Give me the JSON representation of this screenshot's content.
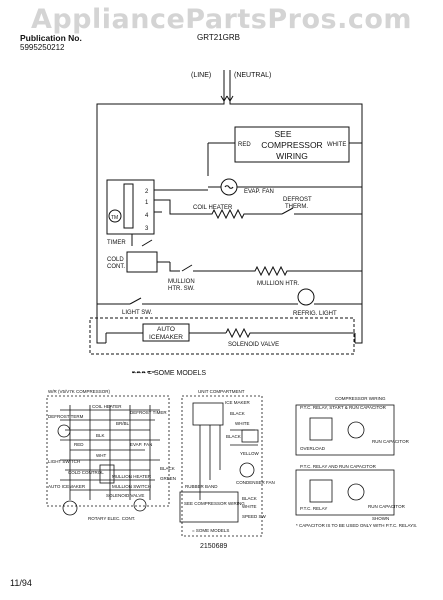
{
  "watermark": "AppliancePartsPros.com",
  "publication": {
    "label": "Publication No.",
    "number": "5995250212",
    "model": "GRT21GRB"
  },
  "main_diagram": {
    "line": "(LINE)",
    "neutral": "(NEUTRAL)",
    "compressor_box": {
      "line1": "SEE",
      "line2": "COMPRESSOR",
      "line3": "WIRING",
      "red": "RED",
      "white": "WHITE"
    },
    "evap_fan": "EVAP. FAN",
    "coil_heater": "COIL HEATER",
    "defrost_therm_1": "DEFROST",
    "defrost_therm_2": "THERM.",
    "timer": "TIMER",
    "timer_terminals": [
      "2",
      "1",
      "4",
      "3"
    ],
    "tm": "TM",
    "cold_cont_1": "COLD",
    "cold_cont_2": "CONT.",
    "mullion_sw_1": "MULLION",
    "mullion_sw_2": "HTR. SW.",
    "mullion_htr": "MULLION HTR.",
    "light_sw": "LIGHT SW.",
    "refrig_light": "REFRIG. LIGHT",
    "auto_icemaker_1": "AUTO",
    "auto_icemaker_2": "ICEMAKER",
    "solenoid_valve": "SOLENOID VALVE",
    "legend": "------ = SOME MODELS"
  },
  "lower_diagram": {
    "left_title": "W/R (V5/V7K COMPRESSOR)",
    "left_labels": [
      "DEFROST TERM",
      "COIL HEATER",
      "DEFROST TIMER",
      "EVAP. FAN",
      "BR/BL",
      "LIGHT SWITCH",
      "MULLION HEATER",
      "COLD CONTROL",
      "AUTO ICEMAKER",
      "SOLENOID VALVE",
      "MULLION SWITCH",
      "ROTARY ELEC. CONT.",
      "BLK",
      "WHT",
      "RED"
    ],
    "middle_title": "UNIT COMPARTMENT",
    "middle_labels": [
      "ICE MAKER",
      "BLACK",
      "WHITE",
      "BLACK",
      "YELLOW",
      "CONDENSER FAN",
      "RUBBER BAND",
      "SEE COMPRESSOR WIRING",
      "BLACK",
      "WHITE",
      "= SOME MODELS",
      "BLACK",
      "SPEED SW",
      "GREEN"
    ],
    "part_number": "2150689",
    "right_title": "COMPRESSOR WIRING",
    "right_note_1": "P.T.C. RELAY, START & RUN CAPACITOR",
    "right_note_2": "P.T.C. RELAY AND RUN CAPACITOR",
    "right_labels": [
      "RUN CAPACITOR",
      "OVERLOAD",
      "P.T.C. RELAY",
      "RUN CAPACITOR",
      "SHOWN",
      "* CAPACITOR IS TO BE USED ONLY WITH P.T.C. RELAYS."
    ]
  },
  "footer": {
    "date": "11/94"
  }
}
